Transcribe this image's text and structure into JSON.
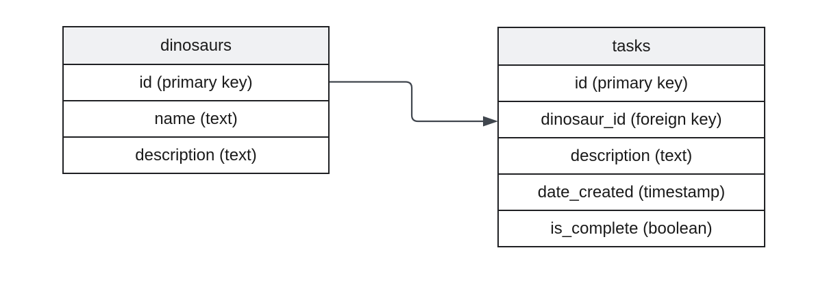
{
  "diagram": {
    "type": "entity-relationship",
    "colors": {
      "table_border": "#1f2023",
      "header_fill": "#f0f1f3",
      "row_fill": "#ffffff",
      "text": "#1a1a1a",
      "connector": "#40464e",
      "background": "#ffffff"
    },
    "tables": [
      {
        "title": "dinosaurs",
        "fields": [
          "id (primary key)",
          "name (text)",
          "description (text)"
        ]
      },
      {
        "title": "tasks",
        "fields": [
          "id (primary key)",
          "dinosaur_id (foreign key)",
          "description (text)",
          "date_created (timestamp)",
          "is_complete (boolean)"
        ]
      }
    ],
    "relationship": {
      "from_table": "dinosaurs",
      "from_field": "id (primary key)",
      "to_table": "tasks",
      "to_field": "dinosaur_id (foreign key)",
      "style": "elbow-arrow"
    }
  }
}
